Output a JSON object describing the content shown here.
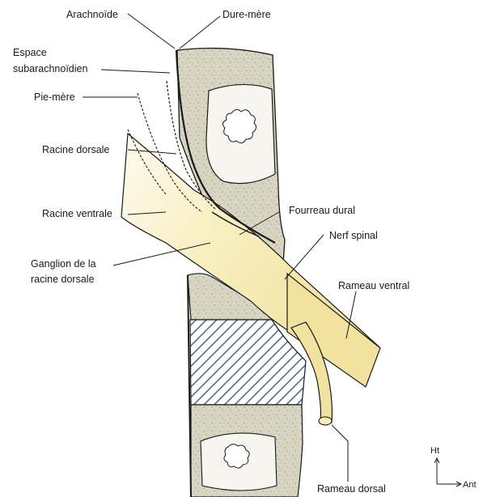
{
  "labels": {
    "arachnoide": "Arachnoïde",
    "dure_mere": "Dure-mère",
    "espace_line1": "Espace",
    "espace_line2": "subarachnoïdien",
    "pie_mere": "Pie-mère",
    "racine_dorsale": "Racine dorsale",
    "racine_ventrale": "Racine ventrale",
    "ganglion_line1": "Ganglion de la",
    "ganglion_line2": "racine dorsale",
    "fourreau_dural": "Fourreau dural",
    "nerf_spinal": "Nerf spinal",
    "rameau_ventral": "Rameau ventral",
    "rameau_dorsal": "Rameau dorsal"
  },
  "orientation": {
    "up": "Ht",
    "right": "Ant"
  },
  "colors": {
    "bone_fill": "#d8d5c3",
    "marrow_fill": "#f6f5ef",
    "nerve_fill": "#f8efc0",
    "disc_hatch": "#5a6a84",
    "ink": "#1a1a1a"
  }
}
